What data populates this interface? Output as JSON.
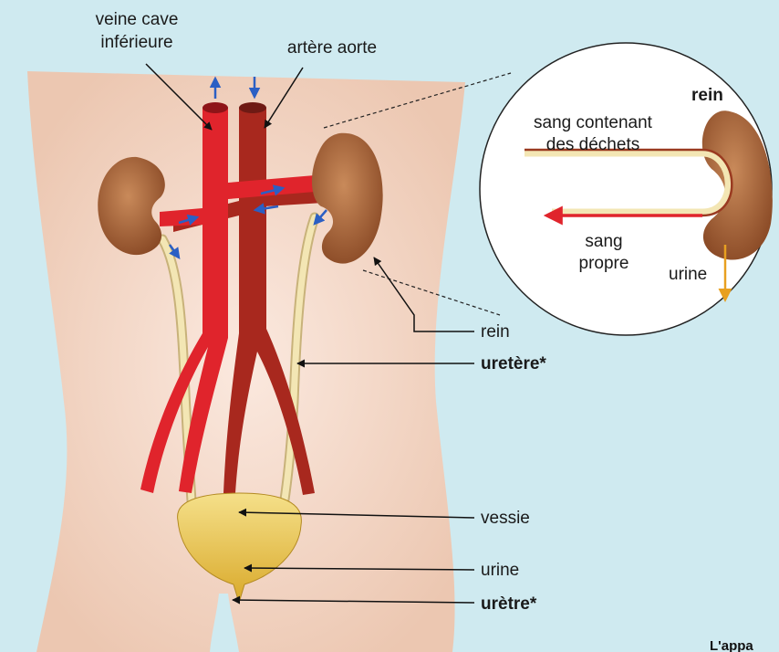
{
  "labels": {
    "veine_cave_1": "veine cave",
    "veine_cave_2": "inférieure",
    "artere_aorte": "artère aorte",
    "rein": "rein",
    "uretere": "uretère*",
    "vessie": "vessie",
    "urine": "urine",
    "uretre": "urètre*"
  },
  "zoom": {
    "rein": "rein",
    "sang_contenant": "sang contenant",
    "des_dechets": "des déchets",
    "sang": "sang",
    "propre": "propre",
    "urine": "urine"
  },
  "corner_text": "L'appa",
  "colors": {
    "skin": "#f0d2bf",
    "vein": "#e0242c",
    "artery": "#a8281e",
    "kidney": "#b46a3c",
    "ureter": "#f3e6b4",
    "bladder": "#e8c23c",
    "flow_arrow": "#2b5fc4",
    "urine_arrow": "#e8a020"
  }
}
